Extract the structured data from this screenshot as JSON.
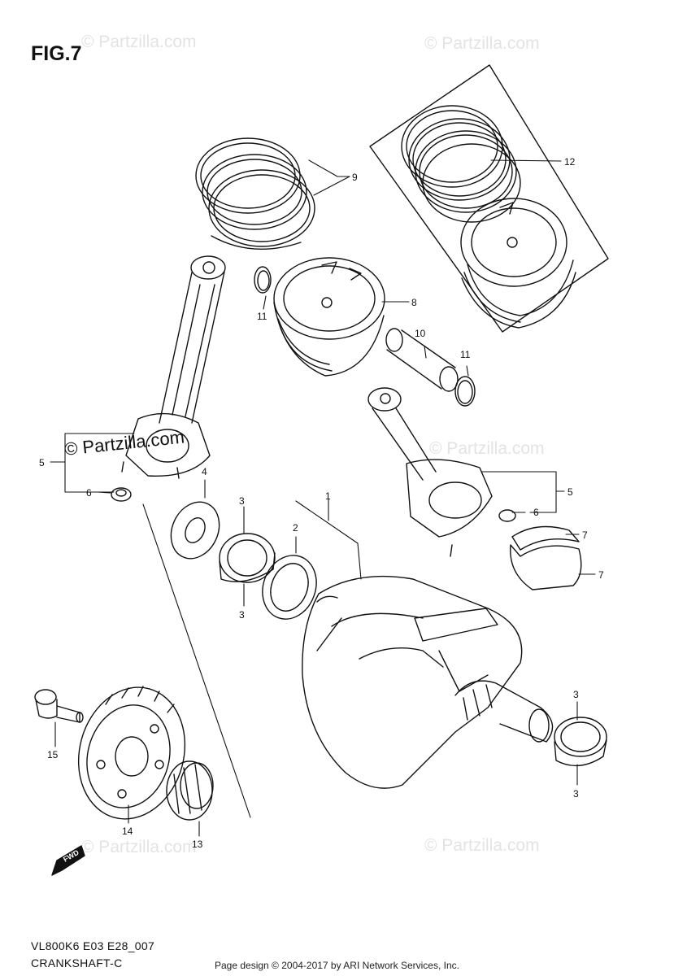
{
  "figure": {
    "title": "FIG.7"
  },
  "model_code": "VL800K6 E03 E28_007",
  "section_name": "CRANKSHAFT-C",
  "footer": "Page design © 2004-2017 by ARI Network Services, Inc.",
  "watermark": {
    "text": "© Partzilla.com"
  },
  "fwd_label": "FWD",
  "callouts": {
    "c1": "1",
    "c2": "2",
    "c3a": "3",
    "c3b": "3",
    "c3c": "3",
    "c3d": "3",
    "c4": "4",
    "c5a": "5",
    "c5b": "5",
    "c6a": "6",
    "c6b": "6",
    "c7a": "7",
    "c7b": "7",
    "c8": "8",
    "c9": "9",
    "c10": "10",
    "c11a": "11",
    "c11b": "11",
    "c12": "12",
    "c13": "13",
    "c14": "14",
    "c15": "15"
  }
}
